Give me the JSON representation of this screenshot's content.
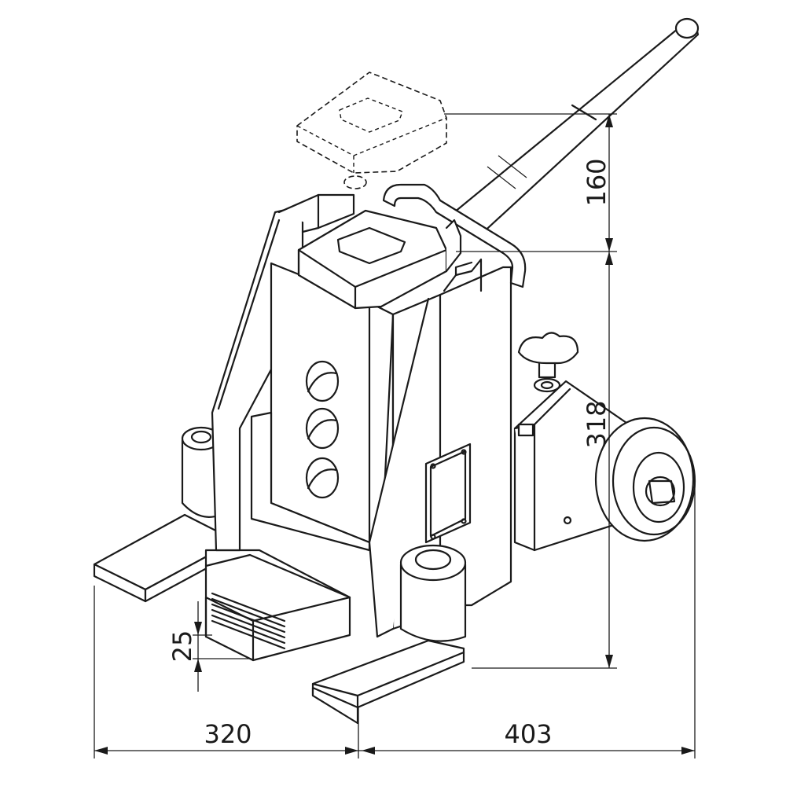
{
  "dimensions": {
    "lift_height": "160",
    "min_height": "318",
    "toe_height": "25",
    "width_left": "320",
    "width_right": "403"
  }
}
